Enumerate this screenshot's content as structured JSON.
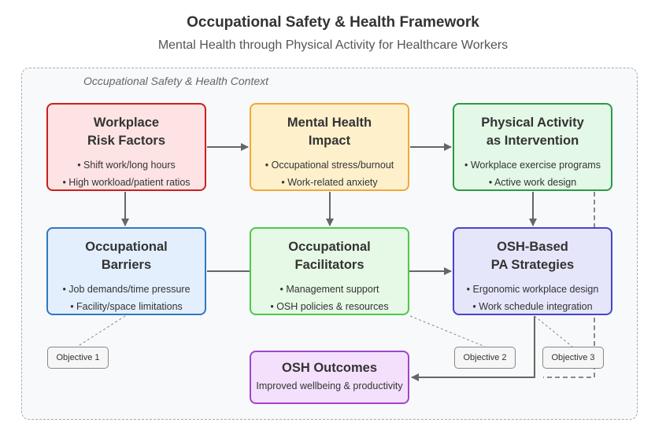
{
  "header": {
    "title": "Occupational Safety & Health Framework",
    "subtitle": "Mental Health through Physical Activity for Healthcare Workers"
  },
  "context": {
    "label": "Occupational Safety & Health Context"
  },
  "boxes": {
    "risk": {
      "title_lines": [
        "Workplace",
        "Risk Factors"
      ],
      "bullets": [
        "• Shift work/long hours",
        "• High workload/patient ratios"
      ],
      "border": "#cc1e1e",
      "fill": "#fde3e3"
    },
    "mental": {
      "title_lines": [
        "Mental Health",
        "Impact"
      ],
      "bullets": [
        "• Occupational stress/burnout",
        "• Work-related anxiety"
      ],
      "border": "#f0a83a",
      "fill": "#fff0cc"
    },
    "physical": {
      "title_lines": [
        "Physical Activity",
        "as Intervention"
      ],
      "bullets": [
        "• Workplace exercise programs",
        "• Active work design"
      ],
      "border": "#2a9a47",
      "fill": "#e3f8e6"
    },
    "barriers": {
      "title_lines": [
        "Occupational",
        "Barriers"
      ],
      "bullets": [
        "• Job demands/time pressure",
        "• Facility/space limitations"
      ],
      "border": "#2f78c4",
      "fill": "#e3effd"
    },
    "facilitators": {
      "title_lines": [
        "Occupational",
        "Facilitators"
      ],
      "bullets": [
        "• Management support",
        "• OSH policies & resources"
      ],
      "border": "#4cc94c",
      "fill": "#e6f8e6"
    },
    "strategies": {
      "title_lines": [
        "OSH-Based",
        "PA Strategies"
      ],
      "bullets": [
        "• Ergonomic workplace design",
        "• Work schedule integration"
      ],
      "border": "#4545cc",
      "fill": "#e6e6fb"
    }
  },
  "outcomes": {
    "title": "OSH Outcomes",
    "subtitle": "Improved wellbeing & productivity",
    "border": "#a443cc",
    "fill": "#f4e0fc"
  },
  "objectives": [
    "Objective 1",
    "Objective 2",
    "Objective 3"
  ],
  "colors": {
    "arrow": "#666666",
    "dashed": "#888888"
  }
}
